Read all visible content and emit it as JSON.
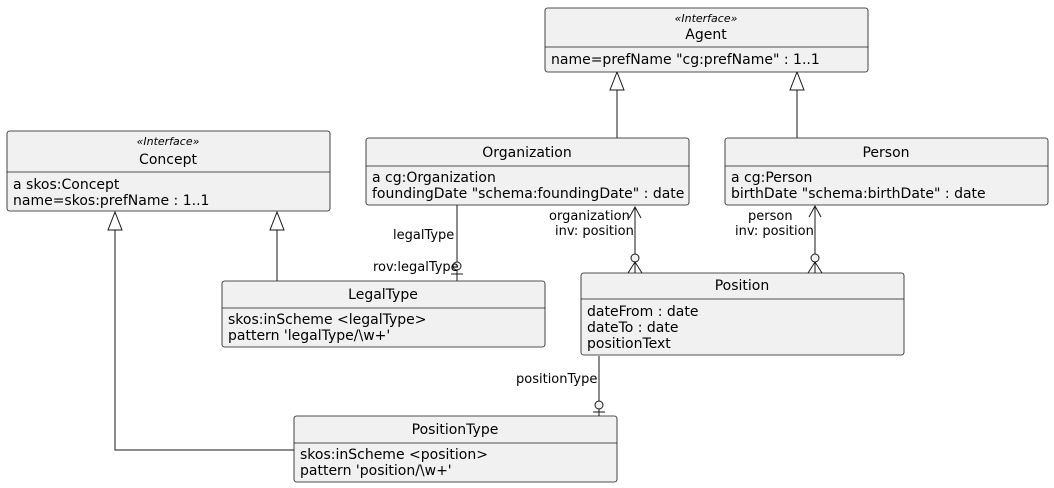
{
  "classes": {
    "agent": {
      "stereotype": "«Interface»",
      "name": "Agent",
      "attrs": [
        "name=prefName \"cg:prefName\" : 1..1"
      ]
    },
    "concept": {
      "stereotype": "«Interface»",
      "name": "Concept",
      "attrs": [
        "a skos:Concept",
        "name=skos:prefName : 1..1"
      ]
    },
    "organization": {
      "name": "Organization",
      "attrs": [
        "a cg:Organization",
        "foundingDate \"schema:foundingDate\" : date"
      ]
    },
    "person": {
      "name": "Person",
      "attrs": [
        "a cg:Person",
        "birthDate \"schema:birthDate\" : date"
      ]
    },
    "legaltype": {
      "name": "LegalType",
      "attrs": [
        "skos:inScheme <legalType>",
        "pattern 'legalType/\\w+'"
      ]
    },
    "position": {
      "name": "Position",
      "attrs": [
        "dateFrom : date",
        "dateTo : date",
        "positionText"
      ]
    },
    "positiontype": {
      "name": "PositionType",
      "attrs": [
        "skos:inScheme <position>",
        "pattern 'position/\\w+'"
      ]
    }
  },
  "labels": {
    "legalType": "legalType",
    "rovLegalType": "rov:legalType",
    "organization": "organization",
    "invPositionOrg": "inv: position",
    "person": "person",
    "invPositionPerson": "inv: position",
    "positionType": "positionType"
  }
}
